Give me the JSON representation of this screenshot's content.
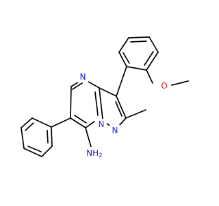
{
  "colors": {
    "bond": "#000000",
    "carbon": "#000000",
    "nitrogen": "#1f1fd2",
    "oxygen": "#e8160e",
    "background": "#ffffff"
  },
  "atoms": {
    "n_pyrimidine": "N",
    "n_bridgehead": "N",
    "n_pyrazole": "N",
    "o_methoxy": "O",
    "amine": "NH"
  },
  "amine_subscript": "2"
}
